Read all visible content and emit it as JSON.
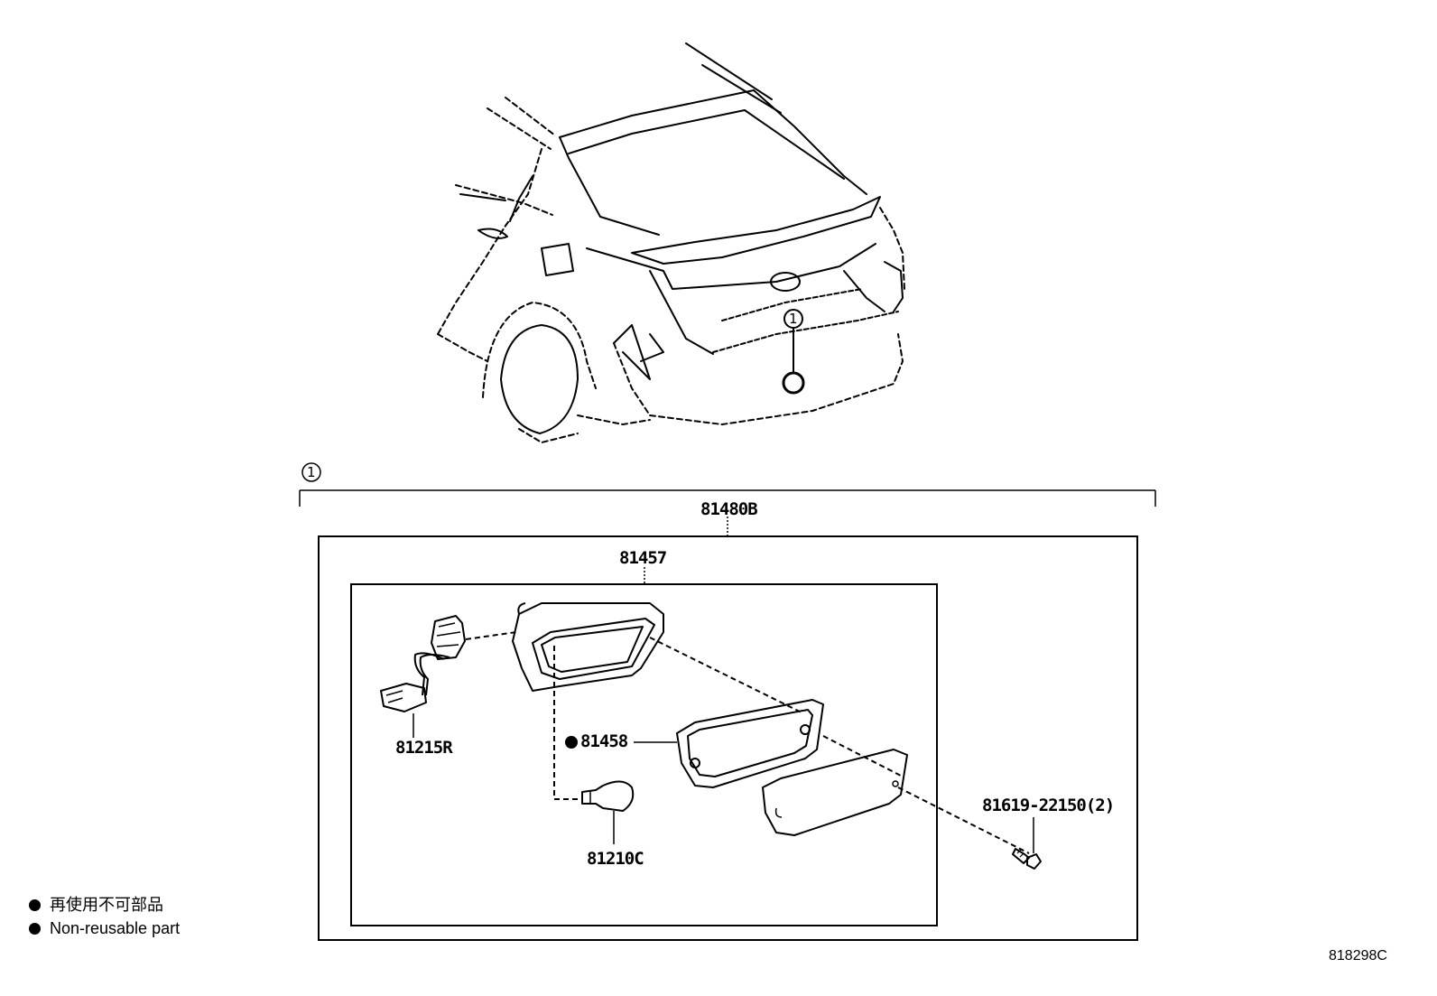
{
  "diagram": {
    "callout_ref": "1",
    "callout_header": "1",
    "assembly_label": "81480B",
    "sub_assembly_label": "81457",
    "parts": {
      "socket_wire": "81215R",
      "gasket": "81458",
      "bulb": "81210C",
      "screw": "81619-22150(2)"
    },
    "legend": {
      "jp": "再使用不可部品",
      "en": "Non-reusable part"
    },
    "drawing_code": "818298C"
  }
}
